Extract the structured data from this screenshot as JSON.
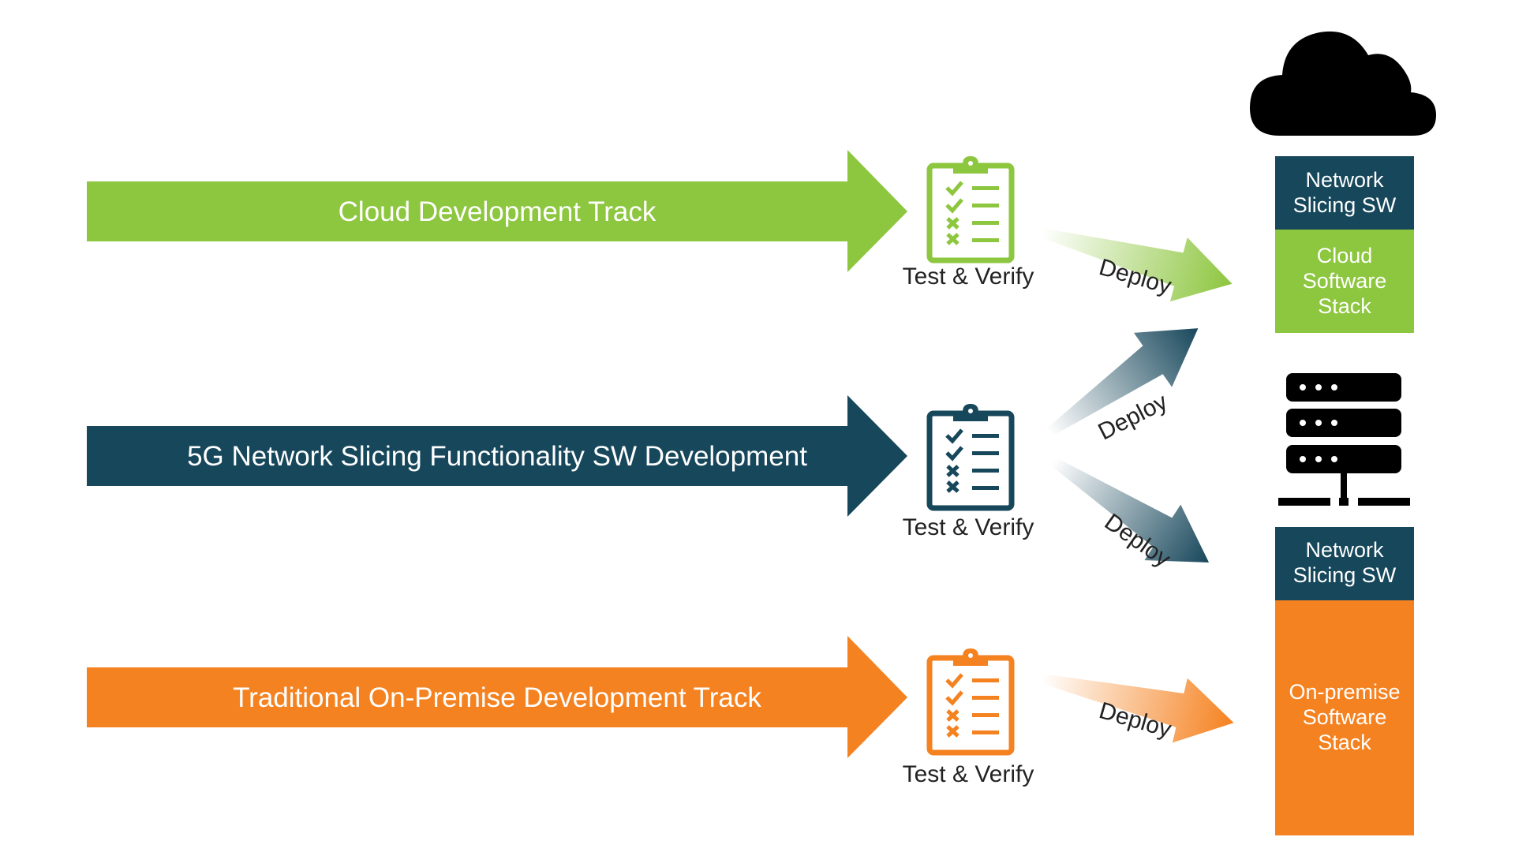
{
  "colors": {
    "green": "#8dc63f",
    "navy": "#17475b",
    "orange": "#f58220",
    "black": "#000000"
  },
  "tracks": [
    {
      "label": "Cloud Development Track",
      "color": "green"
    },
    {
      "label": "5G Network Slicing Functionality SW Development",
      "color": "navy"
    },
    {
      "label": "Traditional On-Premise Development Track",
      "color": "orange"
    }
  ],
  "test_verify": [
    "Test & Verify",
    "Test & Verify",
    "Test & Verify"
  ],
  "deploy_labels": [
    "Deploy",
    "Deploy",
    "Deploy",
    "Deploy"
  ],
  "cloud_stack": {
    "top_line1": "Network",
    "top_line2": "Slicing SW",
    "bottom_line1": "Cloud",
    "bottom_line2": "Software",
    "bottom_line3": "Stack"
  },
  "onprem_stack": {
    "top_line1": "Network",
    "top_line2": "Slicing SW",
    "bottom_line1": "On-premise",
    "bottom_line2": "Software",
    "bottom_line3": "Stack"
  },
  "icons": [
    "clipboard-checklist-icon",
    "cloud-icon",
    "server-icon"
  ]
}
